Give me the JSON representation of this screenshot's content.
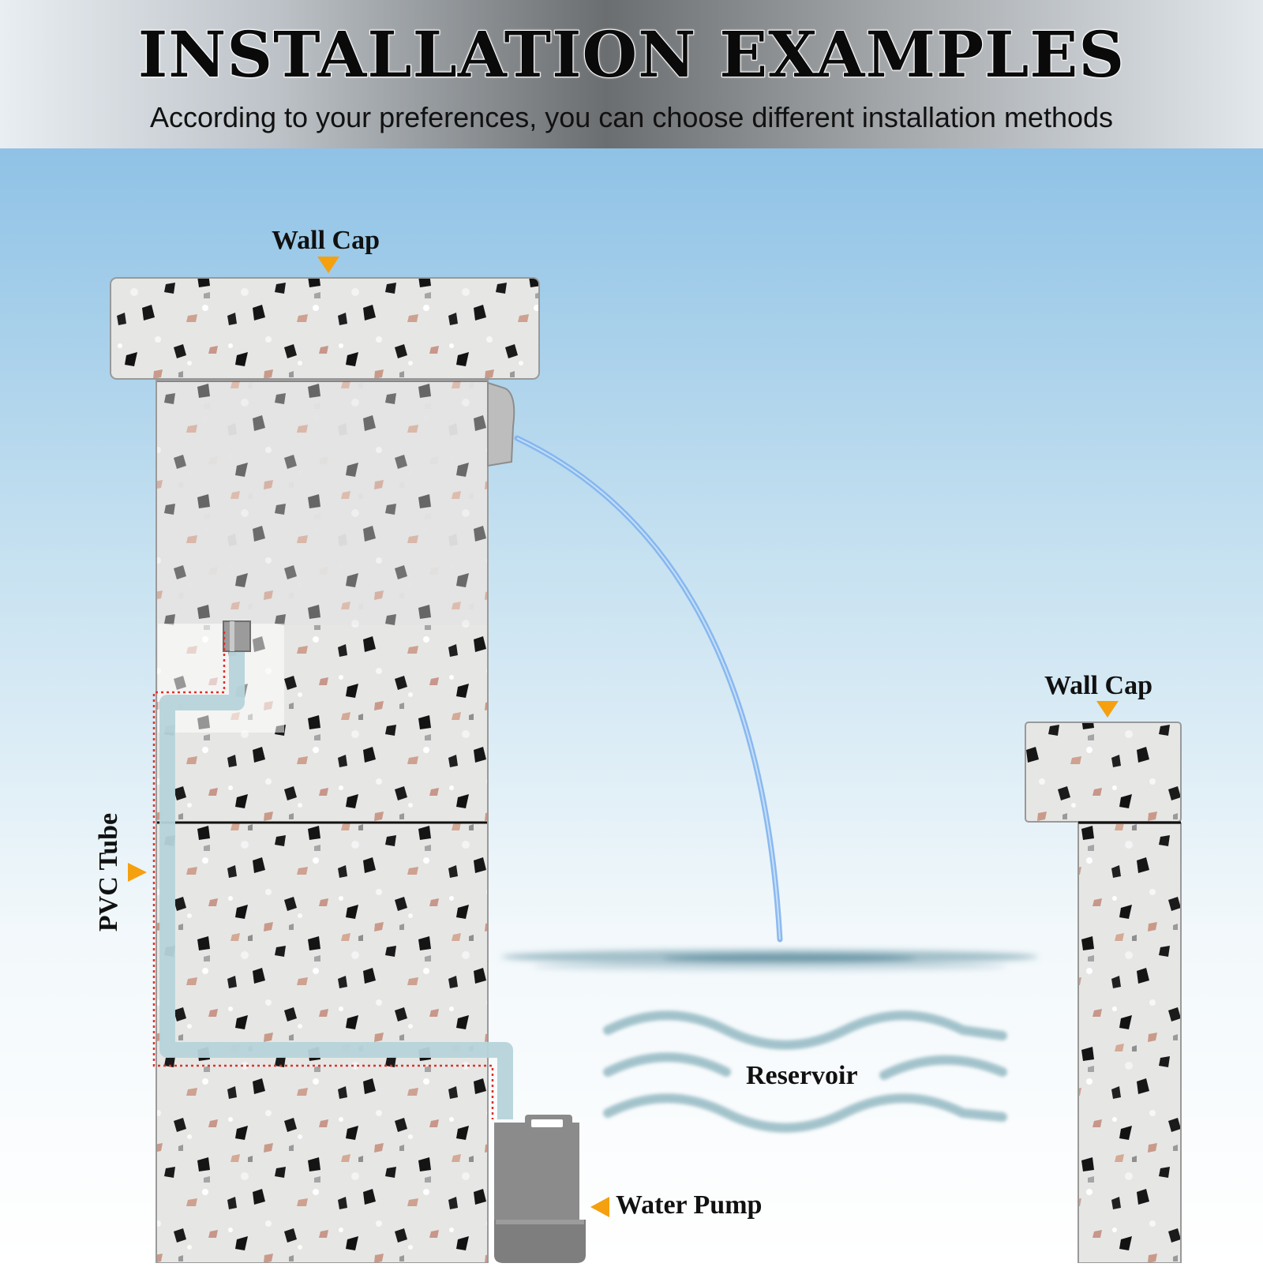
{
  "header": {
    "title": "INSTALLATION EXAMPLES",
    "subtitle": "According to your preferences, you can choose different installation methods"
  },
  "labels": {
    "wall_cap_left": "Wall Cap",
    "wall_cap_right": "Wall Cap",
    "pvc_tube": "PVC Tube",
    "reservoir": "Reservoir",
    "water_pump": "Water Pump"
  },
  "colors": {
    "arrow": "#f5a00f",
    "water_stream": "#7fb2ee",
    "pipe": "#b9d5da",
    "pipe_outline": "#dashed-red",
    "sky_top": "#8fc2e6",
    "stone": "#e7e8e6"
  }
}
